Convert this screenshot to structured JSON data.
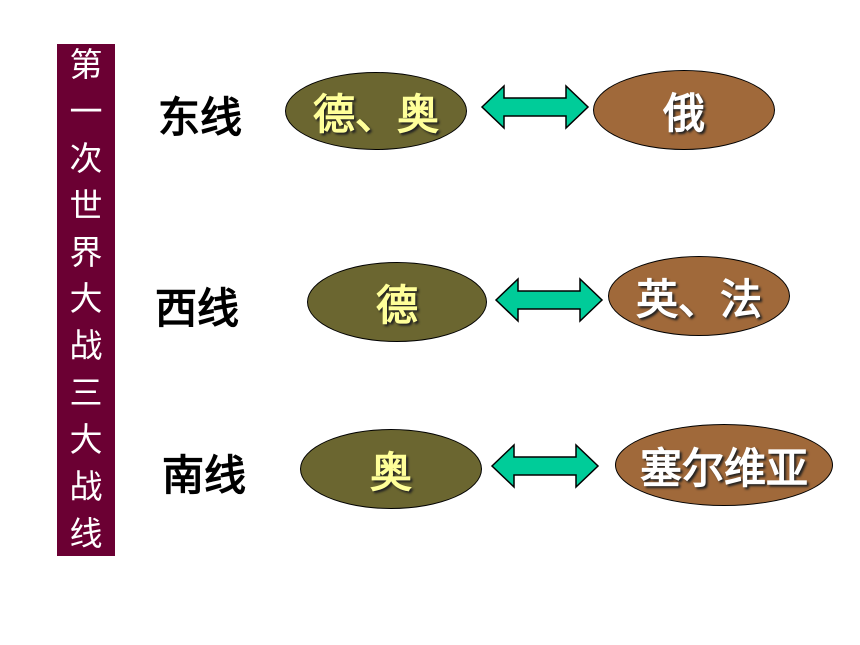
{
  "title_chars": [
    "第",
    "一",
    "次",
    "世",
    "界",
    "大",
    "战",
    "三",
    "大",
    "战",
    "线"
  ],
  "fronts": [
    {
      "label": "东线",
      "left": "德、奥",
      "right": "俄"
    },
    {
      "label": "西线",
      "left": "德",
      "right": "英、法"
    },
    {
      "label": "南线",
      "left": "奥",
      "right": "塞尔维亚"
    }
  ],
  "colors": {
    "title_bar": "#6b0033",
    "left_oval": "#6b6630",
    "right_oval": "#a0693a",
    "arrow": "#00cc99",
    "left_text": "#ffff99"
  }
}
